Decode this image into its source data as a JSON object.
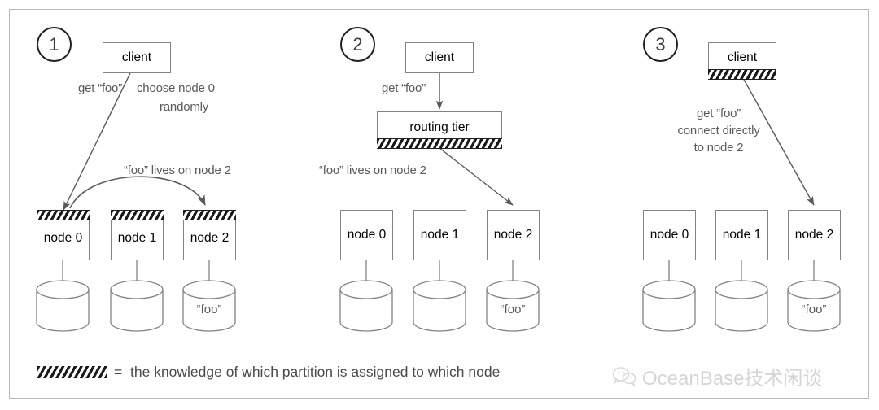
{
  "figure": {
    "legend": {
      "swatch_name": "hatched-band",
      "equals": "=",
      "text": "the knowledge of which partition is assigned to which node"
    },
    "watermark": {
      "icon": "wechat-icon",
      "text": "OceanBase技术闲谈"
    }
  },
  "panels": [
    {
      "number": "1",
      "client": {
        "label": "client",
        "has_hatch": false
      },
      "annotations": [
        {
          "name": "get-foo-label",
          "text": "get “foo”"
        },
        {
          "name": "choose-node-label-line1",
          "text": "choose node 0"
        },
        {
          "name": "choose-node-label-line2",
          "text": "randomly"
        },
        {
          "name": "foo-lives-label",
          "text": "“foo” lives on node 2"
        }
      ],
      "nodes": [
        {
          "label": "node 0",
          "hatched": true,
          "db_label": ""
        },
        {
          "label": "node 1",
          "hatched": true,
          "db_label": ""
        },
        {
          "label": "node 2",
          "hatched": true,
          "db_label": "“foo”"
        }
      ]
    },
    {
      "number": "2",
      "client": {
        "label": "client",
        "has_hatch": false
      },
      "routing_tier": {
        "label": "routing tier",
        "has_hatch": true
      },
      "annotations": [
        {
          "name": "get-foo-label",
          "text": "get “foo”"
        },
        {
          "name": "foo-lives-label",
          "text": "“foo” lives on node 2"
        }
      ],
      "nodes": [
        {
          "label": "node 0",
          "hatched": false,
          "db_label": ""
        },
        {
          "label": "node 1",
          "hatched": false,
          "db_label": ""
        },
        {
          "label": "node 2",
          "hatched": false,
          "db_label": "“foo”"
        }
      ]
    },
    {
      "number": "3",
      "client": {
        "label": "client",
        "has_hatch": true
      },
      "annotations": [
        {
          "name": "get-foo-label",
          "text": "get “foo”"
        },
        {
          "name": "connect-directly-label",
          "text": "connect directly"
        },
        {
          "name": "to-node-label",
          "text": "to node 2"
        }
      ],
      "nodes": [
        {
          "label": "node 0",
          "hatched": false,
          "db_label": ""
        },
        {
          "label": "node 1",
          "hatched": false,
          "db_label": ""
        },
        {
          "label": "node 2",
          "hatched": false,
          "db_label": "“foo”"
        }
      ]
    }
  ],
  "colors": {
    "stroke": "#808285",
    "text": "#58595b",
    "hatch": "#1a1a1a",
    "frame": "#b9b9b9",
    "watermark": "#d3d3d3"
  }
}
